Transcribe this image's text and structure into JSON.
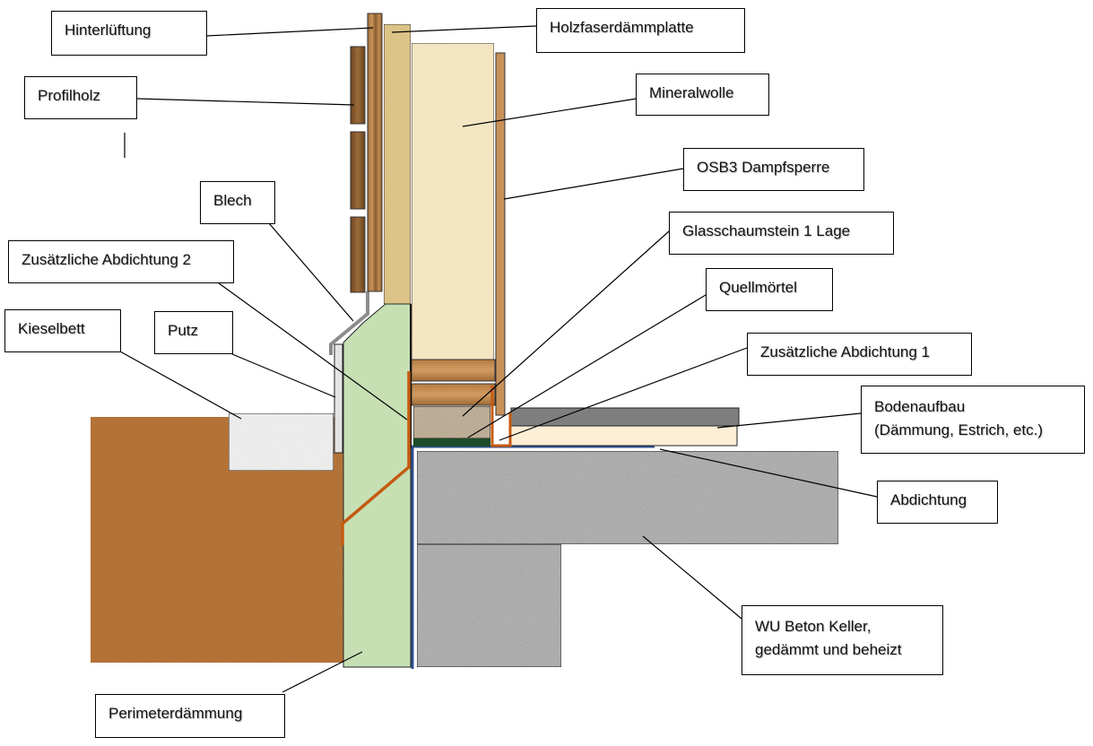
{
  "labels": {
    "hinterlueftung": "Hinterlüftung",
    "holzfaserdaemmplatte": "Holzfaserdämmplatte",
    "profilholz": "Profilholz",
    "mineralwolle": "Mineralwolle",
    "osb3": "OSB3 Dampfsperre",
    "blech": "Blech",
    "glasschaumstein": "Glasschaumstein 1 Lage",
    "zus_abdichtung_2": "Zusätzliche Abdichtung 2",
    "quellmoertel": "Quellmörtel",
    "kieselbett": "Kieselbett",
    "putz": "Putz",
    "zus_abdichtung_1": "Zusätzliche Abdichtung 1",
    "bodenaufbau_line1": "Bodenaufbau",
    "bodenaufbau_line2": "(Dämmung, Estrich, etc.)",
    "abdichtung": "Abdichtung",
    "wu_beton_line1": "WU Beton Keller,",
    "wu_beton_line2": "gedämmt und beheizt",
    "perimeterdaemmung": "Perimeterdämmung"
  },
  "colors": {
    "soil": "#c07a3a",
    "gravel": "#efefef",
    "perimeter_insulation": "#c6e0b4",
    "wood_fiber_board": "#e2c98c",
    "mineral_wool": "#fbecc8",
    "osb": "#c8915a",
    "profile_wood": "#8a5a2c",
    "back_ventilation_batten": "#b37a43",
    "concrete": "#b9b9b9",
    "waterproofing": "#2f4f8f",
    "additional_waterproofing": "#c55a11",
    "sheet_metal": "#8c8c8c",
    "floor_screed": "#7f7f7f",
    "floor_insulation": "#fdeed6",
    "swelling_mortar": "#1e4d2b",
    "foam_glass": "#c8b8a0"
  }
}
